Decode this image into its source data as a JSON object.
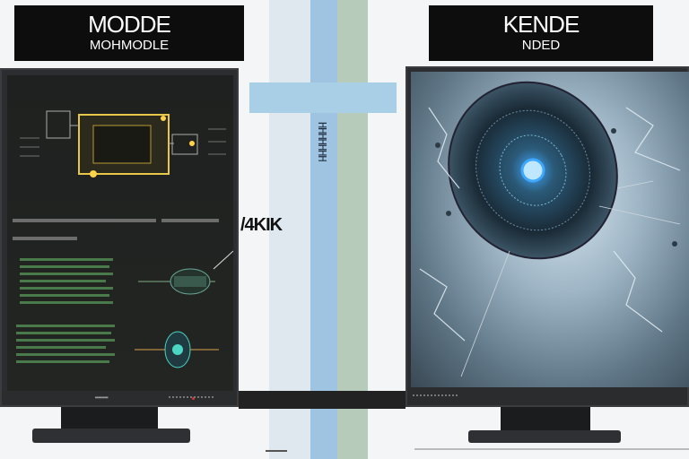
{
  "left_panel": {
    "title": "MODDE",
    "subtitle": "MOHMODLE",
    "bezel_brand": "▬▬▬▬",
    "caption_line1": "▬▬▬ ▬▬▬ ▬▬▬ ▬▬▬",
    "caption_line2": "▬▬▬ ▬▬▬▬"
  },
  "right_panel": {
    "title": "KENDE",
    "subtitle": "NDED"
  },
  "center": {
    "label": "/4KIK",
    "vertical_text": "HHHHHHH",
    "strip_color": "#a9c8de"
  },
  "colors": {
    "chip_glow": "#e6c64b",
    "scope_glow": "#4ad6c2",
    "dish_core": "#3ea8ff"
  }
}
